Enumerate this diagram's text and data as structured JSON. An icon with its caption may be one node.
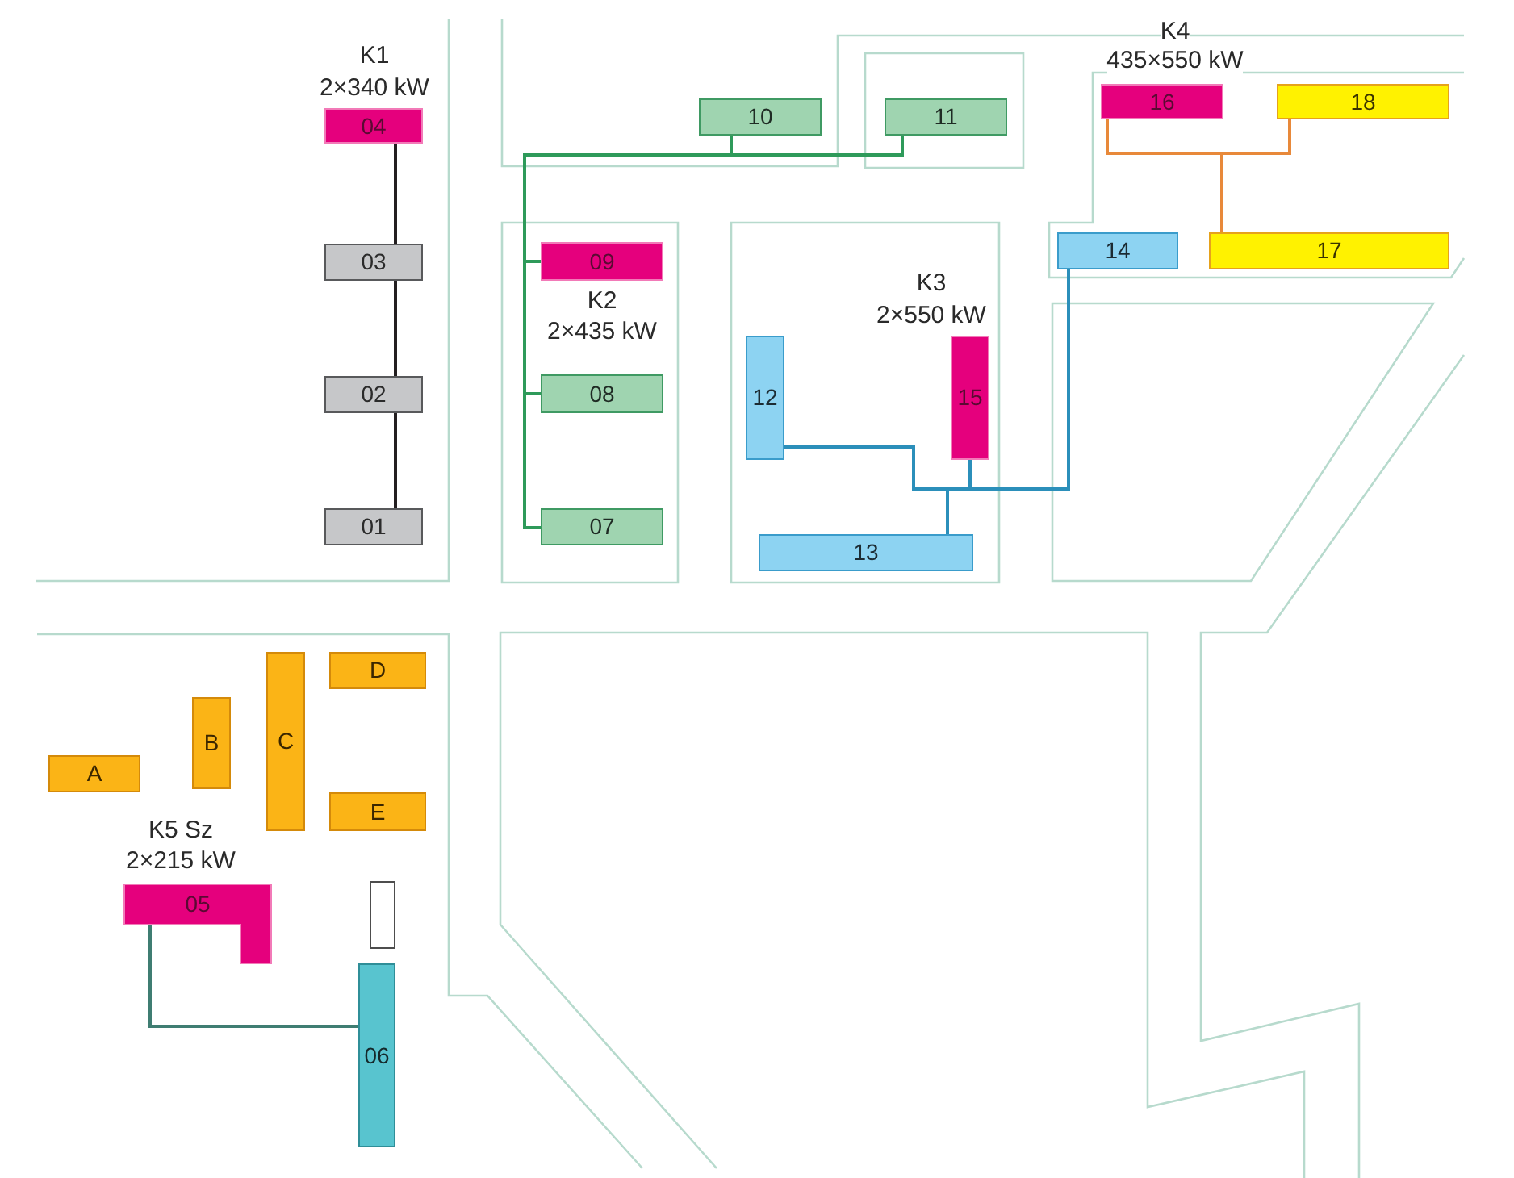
{
  "diagram": {
    "nodes": [
      {
        "text": [
          "04"
        ],
        "beside": [
          "K1",
          "2×340 kW"
        ]
      },
      {
        "text": [
          "10"
        ]
      },
      {
        "text": [
          "11"
        ]
      },
      {
        "text": [
          "16"
        ],
        "beside": [
          "K4",
          "435×550 kW"
        ]
      },
      {
        "text": [
          "18"
        ]
      },
      {
        "text": [
          "03"
        ]
      },
      {
        "text": [
          "09"
        ],
        "beside": [
          "K2",
          "2×435 kW"
        ]
      },
      {
        "text": [
          "14"
        ]
      },
      {
        "text": [
          "17"
        ]
      },
      {
        "text": [
          "12"
        ]
      },
      {
        "text": [
          "15"
        ],
        "beside": [
          "K3",
          "2×550 kW"
        ]
      },
      {
        "text": [
          "02"
        ]
      },
      {
        "text": [
          "08"
        ]
      },
      {
        "text": [
          "01"
        ]
      },
      {
        "text": [
          "07"
        ]
      },
      {
        "text": [
          "13"
        ]
      },
      {
        "text": [
          "A"
        ]
      },
      {
        "text": [
          "B"
        ]
      },
      {
        "text": [
          "C"
        ]
      },
      {
        "text": [
          "D"
        ]
      },
      {
        "text": [
          "E"
        ]
      },
      {
        "text": [
          "05"
        ],
        "beside": [
          "K5 Sz",
          "2×215 kW"
        ]
      },
      {
        "text": [],
        "shape": "box"
      },
      {
        "text": [
          "06"
        ]
      }
    ],
    "edges": [
      {
        "from": 0,
        "to": 5,
        "arrow": "none",
        "color": "#231f20"
      },
      {
        "from": 5,
        "to": 11,
        "arrow": "none",
        "color": "#231f20"
      },
      {
        "from": 11,
        "to": 13,
        "arrow": "none",
        "color": "#231f20"
      },
      {
        "from": 6,
        "to": 1,
        "arrow": "none",
        "color": "#2e9a5a"
      },
      {
        "from": 6,
        "to": 2,
        "arrow": "none",
        "color": "#2e9a5a"
      },
      {
        "from": 6,
        "to": 12,
        "arrow": "none",
        "color": "#2e9a5a"
      },
      {
        "from": 6,
        "to": 14,
        "arrow": "none",
        "color": "#2e9a5a"
      },
      {
        "from": 10,
        "to": 9,
        "arrow": "none",
        "color": "#2b8fba"
      },
      {
        "from": 10,
        "to": 15,
        "arrow": "none",
        "color": "#2b8fba"
      },
      {
        "from": 10,
        "to": 7,
        "arrow": "none",
        "color": "#2b8fba"
      },
      {
        "from": 3,
        "to": 4,
        "arrow": "none",
        "color": "#e8893a"
      },
      {
        "from": 3,
        "to": 8,
        "arrow": "none",
        "color": "#e8893a"
      },
      {
        "from": 21,
        "to": 23,
        "arrow": "none",
        "color": "#3f7d72"
      }
    ]
  }
}
